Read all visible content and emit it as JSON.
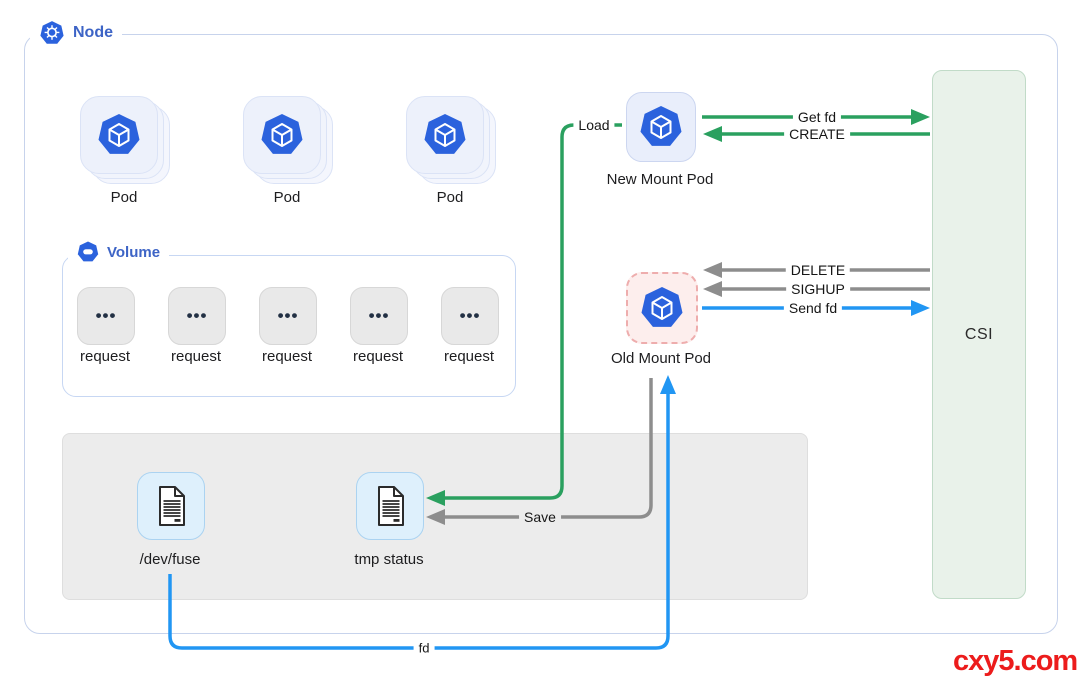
{
  "node": {
    "title": "Node"
  },
  "pods": [
    {
      "label": "Pod"
    },
    {
      "label": "Pod"
    },
    {
      "label": "Pod"
    }
  ],
  "volume": {
    "title": "Volume",
    "dots": "•••",
    "requests": [
      {
        "label": "request"
      },
      {
        "label": "request"
      },
      {
        "label": "request"
      },
      {
        "label": "request"
      },
      {
        "label": "request"
      }
    ]
  },
  "mount_pods": {
    "new": {
      "label": "New Mount Pod"
    },
    "old": {
      "label": "Old Mount Pod"
    }
  },
  "csi": {
    "label": "CSI"
  },
  "host_panel": {
    "dev_fuse": {
      "label": "/dev/fuse"
    },
    "tmp_status": {
      "label": "tmp status"
    }
  },
  "arrows": {
    "get_fd": {
      "label": "Get fd",
      "color": "#2aa05f"
    },
    "create": {
      "label": "CREATE",
      "color": "#2aa05f"
    },
    "delete": {
      "label": "DELETE",
      "color": "#8d8d8d"
    },
    "sighup": {
      "label": "SIGHUP",
      "color": "#8d8d8d"
    },
    "send_fd": {
      "label": "Send fd",
      "color": "#2196f3"
    },
    "load": {
      "label": "Load",
      "color": "#2aa05f"
    },
    "save": {
      "label": "Save",
      "color": "#8d8d8d"
    },
    "fd": {
      "label": "fd",
      "color": "#2196f3"
    }
  },
  "watermark": {
    "text": "cxy5.com",
    "color": "#ec1c1c"
  }
}
